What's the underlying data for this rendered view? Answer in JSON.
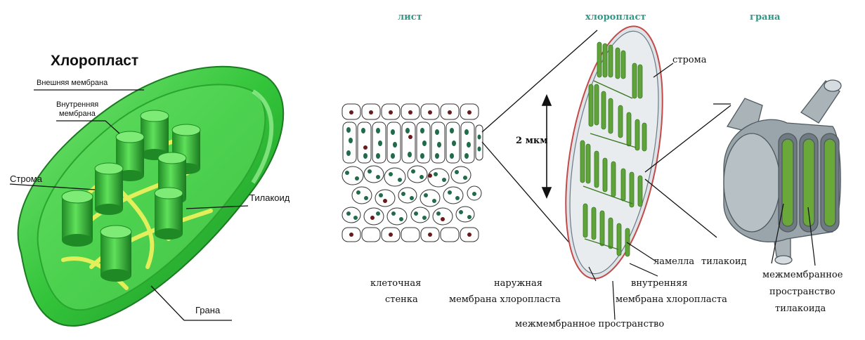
{
  "left_panel": {
    "title": "Хлоропласт",
    "labels": {
      "outer_membrane": "Внешняя мембрана",
      "inner_membrane_1": "Внутренняя",
      "inner_membrane_2": "мембрана",
      "stroma": "Строма",
      "thylakoid": "Тилакоид",
      "granum": "Грана"
    }
  },
  "right_panel": {
    "headers": {
      "leaf": "лист",
      "chloroplast": "хлоропласт",
      "granum": "грана"
    },
    "scale": "2 мкм",
    "labels": {
      "stroma": "строма",
      "cell_wall_1": "клеточная",
      "cell_wall_2": "стенка",
      "outer_membrane_1": "наружная",
      "outer_membrane_2": "мембрана хлоропласта",
      "lamella": "ламелла",
      "thylakoid": "тилакоид",
      "inner_membrane_1": "внутренняя",
      "inner_membrane_2": "мембрана хлоропласта",
      "intermembrane_space": "межмембранное пространство",
      "thylakoid_space_1": "межмембранное",
      "thylakoid_space_2": "пространство",
      "thylakoid_space_3": "тилакоида"
    }
  },
  "colors": {
    "chloroplast_green": "#3fcf3f",
    "grana_green": "#2fa82f",
    "stroma_yellow": "#e2ee5a",
    "header_teal": "#2e9a88",
    "cell_chloroplast": "#1f6b4a",
    "nucleus": "#6a1a1a",
    "granum_grey": "#8e9aa0"
  }
}
